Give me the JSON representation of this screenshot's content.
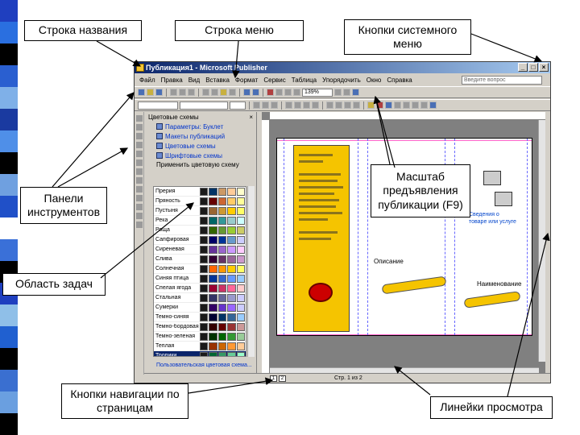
{
  "labels": {
    "title_bar": "Строка названия",
    "menu_bar": "Строка меню",
    "system_buttons": "Кнопки системного меню",
    "toolbars": "Панели инструментов",
    "zoom": "Масштаб предъявления публикации (F9)",
    "task_pane": "Область задач",
    "page_nav": "Кнопки навигации по страницам",
    "rulers": "Линейки просмотра"
  },
  "app": {
    "title": "Публикация1 - Microsoft Publisher",
    "menu": [
      "Файл",
      "Правка",
      "Вид",
      "Вставка",
      "Формат",
      "Сервис",
      "Таблица",
      "Упорядочить",
      "Окно",
      "Справка"
    ],
    "ask_placeholder": "Введите вопрос",
    "zoom_value": "139%"
  },
  "task_pane": {
    "header": "Цветовые схемы",
    "links": [
      "Параметры: Буклет",
      "Макеты публикаций",
      "Цветовые схемы",
      "Шрифтовые схемы"
    ],
    "apply": "Применить цветовую схему",
    "schemes": [
      {
        "name": "Прерия",
        "colors": [
          "#1a1a1a",
          "#003366",
          "#cc9966",
          "#ffcc99",
          "#ffffcc"
        ]
      },
      {
        "name": "Пряность",
        "colors": [
          "#1a1a1a",
          "#660000",
          "#cc6633",
          "#ffcc66",
          "#ffff99"
        ]
      },
      {
        "name": "Пустыня",
        "colors": [
          "#1a1a1a",
          "#996633",
          "#cc9933",
          "#ffcc00",
          "#ffff66"
        ]
      },
      {
        "name": "Река",
        "colors": [
          "#1a1a1a",
          "#006666",
          "#339999",
          "#99cccc",
          "#ccffff"
        ]
      },
      {
        "name": "Роща",
        "colors": [
          "#1a1a1a",
          "#336600",
          "#669933",
          "#99cc33",
          "#cccc66"
        ]
      },
      {
        "name": "Сапфировая",
        "colors": [
          "#1a1a1a",
          "#000066",
          "#003399",
          "#6699cc",
          "#ccccff"
        ]
      },
      {
        "name": "Сиреневая",
        "colors": [
          "#1a1a1a",
          "#663399",
          "#9966cc",
          "#cc99ff",
          "#ffccff"
        ]
      },
      {
        "name": "Слива",
        "colors": [
          "#1a1a1a",
          "#330033",
          "#663366",
          "#996699",
          "#cc99cc"
        ]
      },
      {
        "name": "Солнечная",
        "colors": [
          "#1a1a1a",
          "#ff6600",
          "#ff9900",
          "#ffcc00",
          "#ffff66"
        ]
      },
      {
        "name": "Синяя птица",
        "colors": [
          "#1a1a1a",
          "#003399",
          "#3366cc",
          "#6699ff",
          "#99ccff"
        ]
      },
      {
        "name": "Спелая ягода",
        "colors": [
          "#1a1a1a",
          "#990033",
          "#cc3366",
          "#ff6699",
          "#ffcccc"
        ]
      },
      {
        "name": "Стальная",
        "colors": [
          "#1a1a1a",
          "#333366",
          "#666699",
          "#9999cc",
          "#ccccff"
        ]
      },
      {
        "name": "Сумерки",
        "colors": [
          "#1a1a1a",
          "#330066",
          "#6633cc",
          "#9966ff",
          "#ccccff"
        ]
      },
      {
        "name": "Темно-синяя",
        "colors": [
          "#1a1a1a",
          "#000033",
          "#003366",
          "#336699",
          "#99ccff"
        ]
      },
      {
        "name": "Темно-бордовая",
        "colors": [
          "#1a1a1a",
          "#330000",
          "#660000",
          "#993333",
          "#cc9999"
        ]
      },
      {
        "name": "Темно-зеленая",
        "colors": [
          "#1a1a1a",
          "#003300",
          "#006600",
          "#339933",
          "#99cc99"
        ]
      },
      {
        "name": "Теплая",
        "colors": [
          "#1a1a1a",
          "#993300",
          "#cc6600",
          "#ff9933",
          "#ffcc99"
        ]
      },
      {
        "name": "Тропики",
        "colors": [
          "#1a1a1a",
          "#006633",
          "#339966",
          "#66cc99",
          "#99ffcc"
        ]
      }
    ],
    "footer": "Пользовательская цветовая схема..."
  },
  "document": {
    "tag": "Сведения о товаре или услуге",
    "caption": "Описание",
    "subhead": "Наименование",
    "page_count": "Стр. 1 из 2"
  },
  "colors": {
    "stripe": [
      "#1f3fbf",
      "#2a6fe0",
      "#000000",
      "#2a5fd0",
      "#7fb0e8",
      "#1a3aa0",
      "#4f8fe8",
      "#000000",
      "#6fa0e0",
      "#2050c8",
      "#ffffff",
      "#3a70d8",
      "#000000",
      "#1f3fbf",
      "#8fbfe8",
      "#2060d0",
      "#000000",
      "#3a6fd0",
      "#6a9fe0",
      "#000000"
    ],
    "title_gradient_start": "#0a246a",
    "document_yellow": "#f5c400"
  }
}
